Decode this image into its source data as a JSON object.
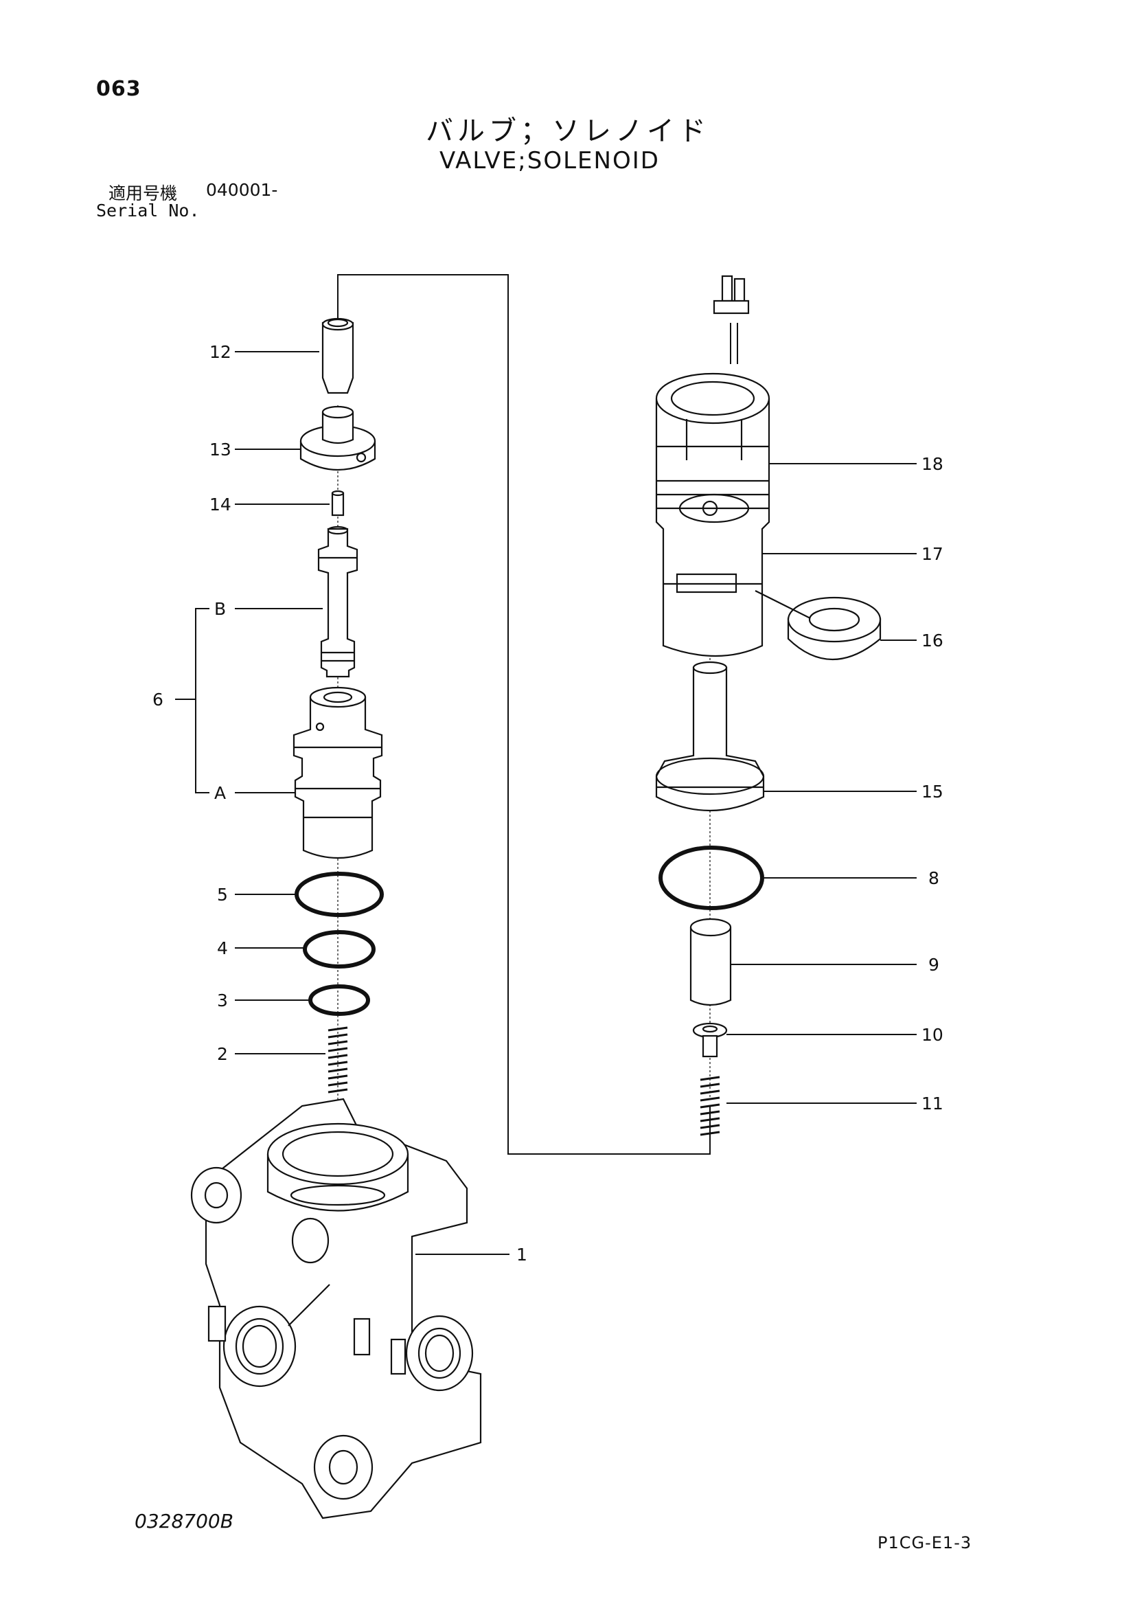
{
  "header": {
    "page_number": "063",
    "title_ja": "バルブ；ソレノイド",
    "title_en": "VALVE;SOLENOID",
    "serial_label_ja": "適用号機",
    "serial_value": "040001-",
    "serial_label_en": "Serial No."
  },
  "callouts": {
    "c1": "1",
    "c2": "2",
    "c3": "3",
    "c4": "4",
    "c5": "5",
    "c6": "6",
    "cA": "A",
    "cB": "B",
    "c8": "8",
    "c9": "9",
    "c10": "10",
    "c11": "11",
    "c12": "12",
    "c13": "13",
    "c14": "14",
    "c15": "15",
    "c16": "16",
    "c17": "17",
    "c18": "18"
  },
  "footer": {
    "drawing_number": "0328700B",
    "page_code": "P1CG-E1-3"
  }
}
